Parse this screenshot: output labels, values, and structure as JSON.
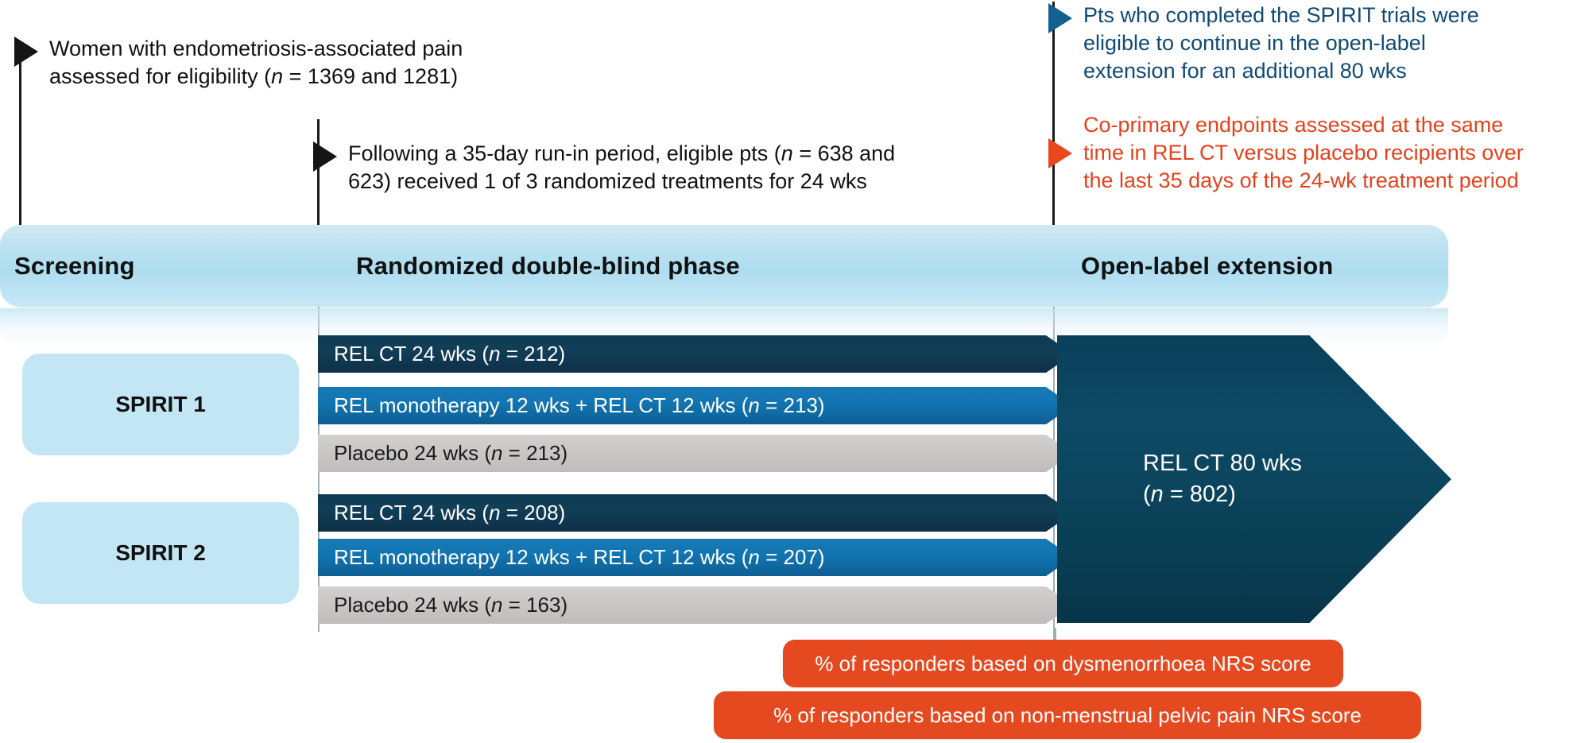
{
  "callouts": [
    {
      "id": "screening-callout",
      "flag": "flag-black-icon",
      "lines": [
        "Women with endometriosis-associated pain",
        "assessed for eligibility (n = 1369 and 1281)"
      ],
      "text": "Women with endometriosis-associated pain assessed for eligibility (n = 1369 and 1281)"
    },
    {
      "id": "randomization-callout",
      "flag": "flag-black-icon",
      "lines": [
        "Following a 35-day run-in period, eligible pts (n = 638 and",
        "623) received 1 of 3 randomized treatments for 24 wks"
      ],
      "text": "Following a 35-day run-in period, eligible pts (n = 638 and 623) received 1 of 3 randomized treatments for 24 wks"
    },
    {
      "id": "open-label-callout",
      "flag": "flag-blue-icon",
      "lines": [
        "Pts who completed the SPIRIT trials were",
        "eligible to continue in the open-label",
        "extension for an additional 80 wks"
      ],
      "text": "Pts who completed the SPIRIT trials were eligible to continue in the open-label extension for an additional 80 wks"
    },
    {
      "id": "endpoints-callout",
      "flag": "flag-orange-icon",
      "lines": [
        "Co-primary endpoints assessed at the same",
        "time in REL CT versus placebo recipients over",
        "the last 35 days of the 24-wk treatment period"
      ],
      "text": "Co-primary endpoints assessed at the same time in REL CT versus placebo recipients over the last 35 days of the 24-wk treatment period"
    }
  ],
  "phases": [
    {
      "label": "Screening"
    },
    {
      "label": "Randomized double-blind phase"
    },
    {
      "label": "Open-label extension"
    }
  ],
  "trials": [
    {
      "name": "SPIRIT 1",
      "arms": [
        {
          "label": "REL CT 24 wks",
          "n": "212",
          "style": "dark"
        },
        {
          "label": "REL monotherapy 12 wks + REL CT 12 wks",
          "n": "213",
          "style": "blue"
        },
        {
          "label": "Placebo 24 wks",
          "n": "213",
          "style": "grey"
        }
      ]
    },
    {
      "name": "SPIRIT 2",
      "arms": [
        {
          "label": "REL CT 24 wks",
          "n": "208",
          "style": "dark"
        },
        {
          "label": "REL monotherapy 12 wks + REL CT 12 wks",
          "n": "207",
          "style": "blue"
        },
        {
          "label": "Placebo 24 wks",
          "n": "163",
          "style": "grey"
        }
      ]
    }
  ],
  "open_label": {
    "label": "REL CT 80 wks",
    "n": "802"
  },
  "endpoints": [
    {
      "label": "% of responders based on dysmenorrhoea NRS score"
    },
    {
      "label": "% of responders based on non-menstrual pelvic pain NRS score"
    }
  ],
  "colors": {
    "dark_navy": "#0c3a52",
    "mid_blue": "#1276b2",
    "grey": "#cac8c7",
    "light_blue_band": "#bfe3f2",
    "spirit_pill": "#c3e6f4",
    "orange": "#e4491f",
    "callout_blue_text": "#114a72",
    "callout_orange_text": "#e3421c"
  }
}
